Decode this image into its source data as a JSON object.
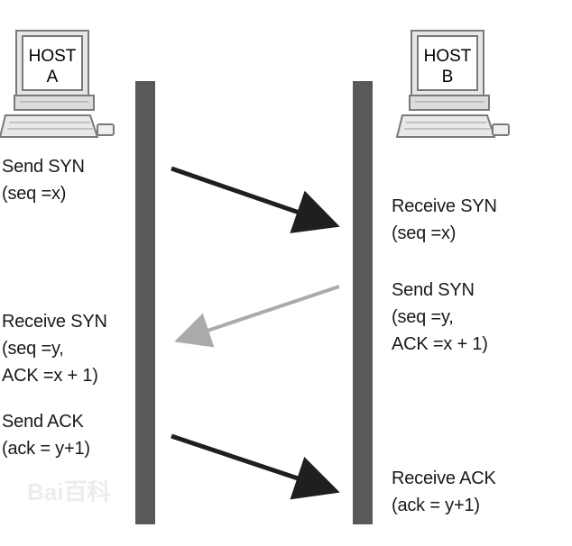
{
  "hosts": {
    "a": {
      "line1": "HOST",
      "line2": "A"
    },
    "b": {
      "line1": "HOST",
      "line2": "B"
    }
  },
  "host_a_notes": {
    "send_syn": {
      "line1": "Send SYN",
      "line2": "(seq =x)"
    },
    "receive_syn": {
      "line1": "Receive SYN",
      "line2": "(seq =y,",
      "line3": "ACK =x + 1)"
    },
    "send_ack": {
      "line1": "Send ACK",
      "line2": "(ack = y+1)"
    }
  },
  "host_b_notes": {
    "receive_syn": {
      "line1": "Receive SYN",
      "line2": "(seq =x)"
    },
    "send_syn": {
      "line1": "Send SYN",
      "line2": "(seq =y,",
      "line3": "ACK =x + 1)"
    },
    "receive_ack": {
      "line1": "Receive ACK",
      "line2": "(ack = y+1)"
    }
  },
  "watermark": {
    "text": "Bai百科"
  },
  "colors": {
    "timeline": "#595959",
    "arrow_dark": "#1f1f1f",
    "arrow_light": "#aaaaaa",
    "computer_body": "#e6e6e6",
    "computer_outline": "#7a7a7a"
  },
  "icons": [
    "computer-icon",
    "mouse-icon"
  ]
}
